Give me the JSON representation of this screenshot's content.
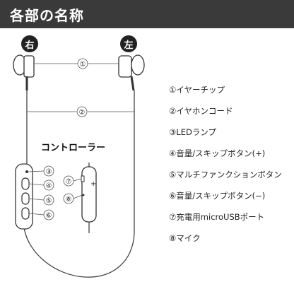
{
  "header": {
    "title": "各部の名称"
  },
  "sides": {
    "right": "右",
    "left": "左"
  },
  "controller_label": "コントローラー",
  "callouts": {
    "n1": "①",
    "n2": "②",
    "n3": "③",
    "n4": "④",
    "n5": "⑤",
    "n6": "⑥",
    "n7": "⑦",
    "n8": "⑧",
    "plus": "+"
  },
  "legend": [
    "①イヤーチップ",
    "②イヤホンコード",
    "③LEDランプ",
    "④音量/スキップボタン(+)",
    "⑤マルチファンクションボタン",
    "⑥音量/スキップボタン(−)",
    "⑦充電用microUSBポート",
    "⑧マイク"
  ],
  "colors": {
    "header_bg": "#3a3a3a",
    "line": "#444444"
  }
}
